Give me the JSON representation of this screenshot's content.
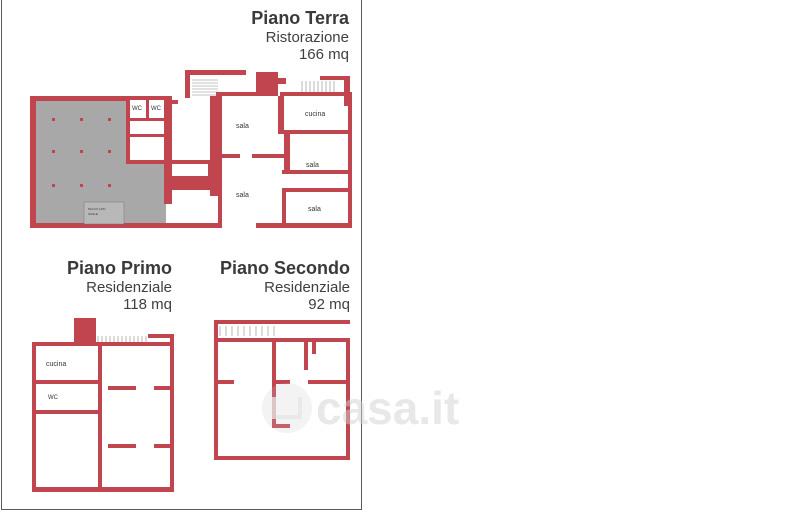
{
  "floors": {
    "terra": {
      "title": "Piano Terra",
      "use": "Ristorazione",
      "area": "166 mq"
    },
    "primo": {
      "title": "Piano Primo",
      "use": "Residenziale",
      "area": "118 mq"
    },
    "secondo": {
      "title": "Piano Secondo",
      "use": "Residenziale",
      "area": "92 mq"
    }
  },
  "rooms": {
    "terra": {
      "wc1": "WC",
      "wc2": "WC",
      "sala1": "sala",
      "cucina": "cucina",
      "sala2": "sala",
      "sala3": "sala",
      "sala4": "sala"
    },
    "primo": {
      "cucina": "cucina",
      "wc": "WC"
    }
  },
  "watermark": {
    "text": "casa.it"
  },
  "colors": {
    "wall": "#c1454f",
    "slab": "#a8a8a8",
    "border": "#5a5a5a"
  }
}
